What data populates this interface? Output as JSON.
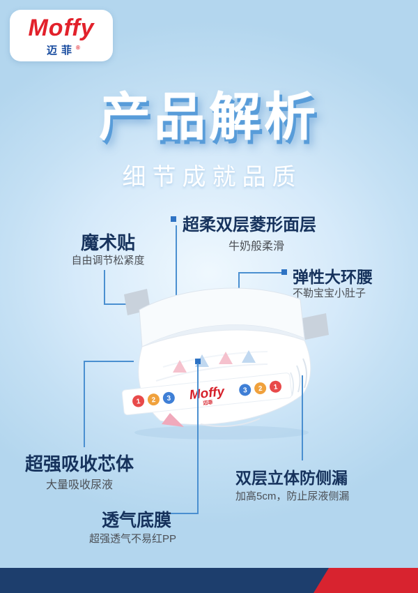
{
  "logo": {
    "brand": "Moffy",
    "brand_cn": "迈菲",
    "registered": "®"
  },
  "header": {
    "title": "产品解析",
    "subtitle": "细节成就品质"
  },
  "features": [
    {
      "title": "魔术贴",
      "desc": "自由调节松紧度"
    },
    {
      "title": "超柔双层菱形面层",
      "desc": "牛奶般柔滑"
    },
    {
      "title": "弹性大环腰",
      "desc": "不勒宝宝小肚子"
    },
    {
      "title": "超强吸收芯体",
      "desc": "大量吸收尿液"
    },
    {
      "title": "透气底膜",
      "desc": "超强透气不易红PP"
    },
    {
      "title": "双层立体防侧漏",
      "desc": "加高5cm，防止尿液侧漏"
    }
  ],
  "diaper": {
    "brand": "Moffy",
    "brand_cn": "迈菲",
    "dots": [
      "1",
      "2",
      "3",
      "3",
      "2",
      "1"
    ]
  },
  "colors": {
    "background_blue": "#c4e0f4",
    "accent_line_blue": "#4a8fd0",
    "marker_blue": "#2e73c4",
    "title_white": "#ffffff",
    "title_shadow_blue": "#589cd9",
    "feature_title_navy": "#16325c",
    "feature_desc_gray": "#4b4f55",
    "brand_red": "#e2212b",
    "brand_blue": "#164a9e",
    "footer_navy": "#1d3e6d",
    "footer_red": "#d8232f",
    "dot_red": "#e84a4a",
    "dot_orange": "#f0a13c",
    "dot_blue": "#3f7fd6"
  }
}
